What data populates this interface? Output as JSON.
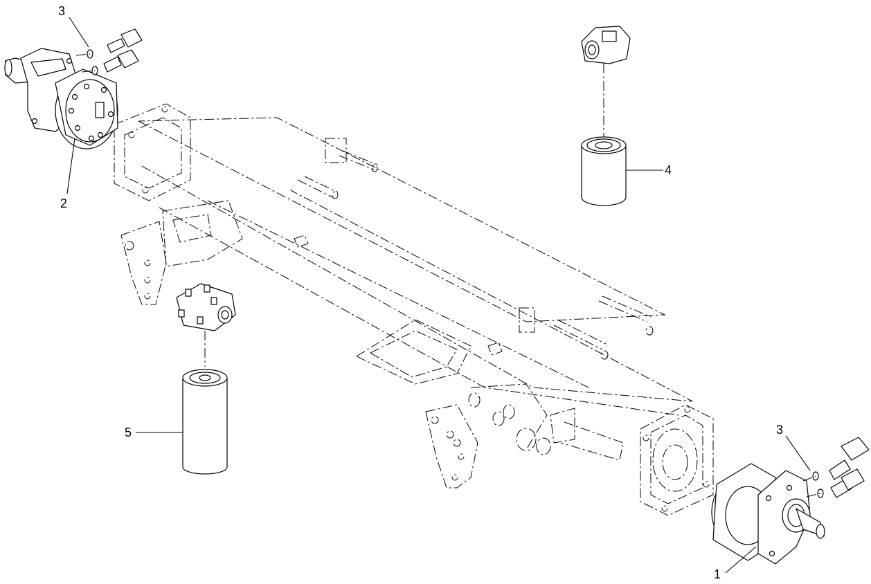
{
  "diagram": {
    "callouts": [
      {
        "id": "c3_top",
        "number": "3"
      },
      {
        "id": "c2",
        "number": "2"
      },
      {
        "id": "c4",
        "number": "4"
      },
      {
        "id": "c5",
        "number": "5"
      },
      {
        "id": "c3_bottom",
        "number": "3"
      },
      {
        "id": "c1",
        "number": "1"
      }
    ],
    "colors": {
      "line": "#000000",
      "background": "#ffffff"
    }
  }
}
